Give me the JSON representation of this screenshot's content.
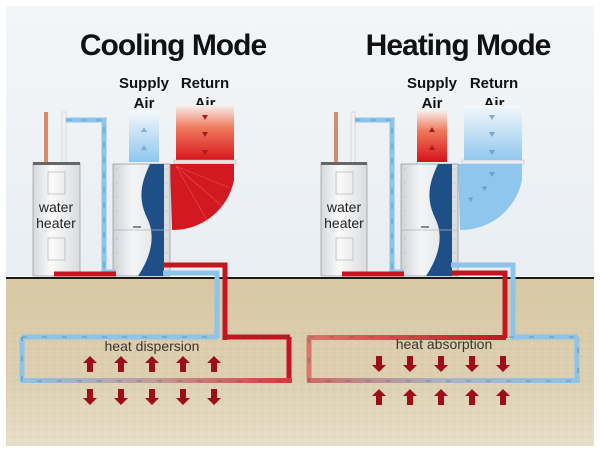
{
  "colors": {
    "sky": "#eef2f5",
    "ground": "#d9c9a6",
    "ground_line": "#1a1a1a",
    "hot": "#c8141e",
    "cold": "#8cc4ea",
    "cold_dark": "#3a78b0",
    "unit_body": "#e4e6e8",
    "unit_wave": "#1e4f86",
    "arrow_red": "#9e0e16"
  },
  "panels": [
    {
      "id": "cooling",
      "title": "Cooling Mode",
      "supply_label_1": "Supply",
      "supply_label_2": "Air",
      "return_label_1": "Return",
      "return_label_2": "Air",
      "supply_air": "cold",
      "return_air": "hot",
      "water_heater_label_1": "water",
      "water_heater_label_2": "heater",
      "loop_label": "heat dispersion",
      "heat_arrows": "outward",
      "arrow_count": 5
    },
    {
      "id": "heating",
      "title": "Heating Mode",
      "supply_label_1": "Supply",
      "supply_label_2": "Air",
      "return_label_1": "Return",
      "return_label_2": "Air",
      "supply_air": "hot",
      "return_air": "cold",
      "water_heater_label_1": "water",
      "water_heater_label_2": "heater",
      "loop_label": "heat absorption",
      "heat_arrows": "inward",
      "arrow_count": 5
    }
  ]
}
